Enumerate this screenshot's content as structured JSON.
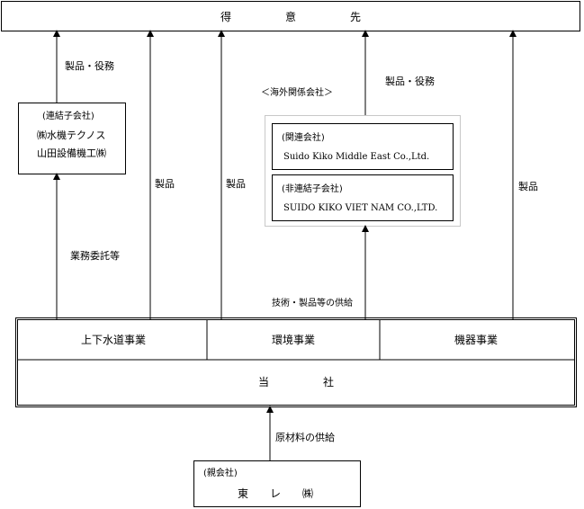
{
  "customer": {
    "label": "得　　　　　意　　　　　先"
  },
  "arrow_labels": {
    "products_services_left": "製品・役務",
    "products_services_right": "製品・役務",
    "products_1": "製品",
    "products_2": "製品",
    "products_3": "製品",
    "outsourcing": "業務委託等",
    "tech_supply": "技術・製品等の供給",
    "raw_supply": "原材料の供給"
  },
  "consolidated_sub": {
    "header": "(連結子会社)",
    "names": [
      "㈱水機テクノス",
      "山田設備機工㈱"
    ]
  },
  "overseas": {
    "group_label": "＜海外関係会社＞",
    "affiliate": {
      "header": "(関連会社)",
      "name": "Suido Kiko Middle East Co.,Ltd."
    },
    "nonconsolidated": {
      "header": "(非連結子会社)",
      "name": "SUIDO KIKO VIET NAM CO.,LTD."
    }
  },
  "company": {
    "segments": [
      "上下水道事業",
      "環境事業",
      "機器事業"
    ],
    "self_label": "当　　　　　社"
  },
  "parent": {
    "header": "(親会社)",
    "name": "東　　レ　　㈱"
  }
}
